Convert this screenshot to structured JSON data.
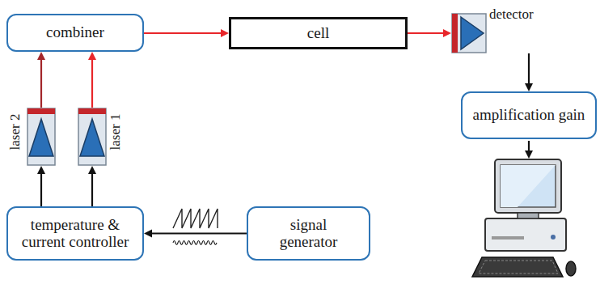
{
  "diagram": {
    "nodes": [
      {
        "text": [
          "combiner"
        ]
      },
      {
        "text": [
          "cell"
        ]
      },
      {
        "text": [
          "detector"
        ]
      },
      {
        "text": [
          "laser 2"
        ]
      },
      {
        "text": [
          "laser 1"
        ]
      },
      {
        "text": [
          "amplification gain"
        ]
      },
      {
        "text": [
          "temperature & current controller"
        ]
      },
      {
        "text": [
          "signal generator"
        ]
      }
    ],
    "edges": [
      {
        "from": 0,
        "to": 1,
        "arrow": "to"
      },
      {
        "from": 1,
        "to": 2,
        "arrow": "to"
      },
      {
        "from": 2,
        "to": 5,
        "arrow": "to"
      },
      {
        "from": 3,
        "to": 0,
        "arrow": "to"
      },
      {
        "from": 4,
        "to": 0,
        "arrow": "to"
      },
      {
        "from": 6,
        "to": 3,
        "arrow": "to"
      },
      {
        "from": 6,
        "to": 4,
        "arrow": "to"
      },
      {
        "from": 7,
        "to": 6,
        "arrow": "to"
      }
    ]
  }
}
